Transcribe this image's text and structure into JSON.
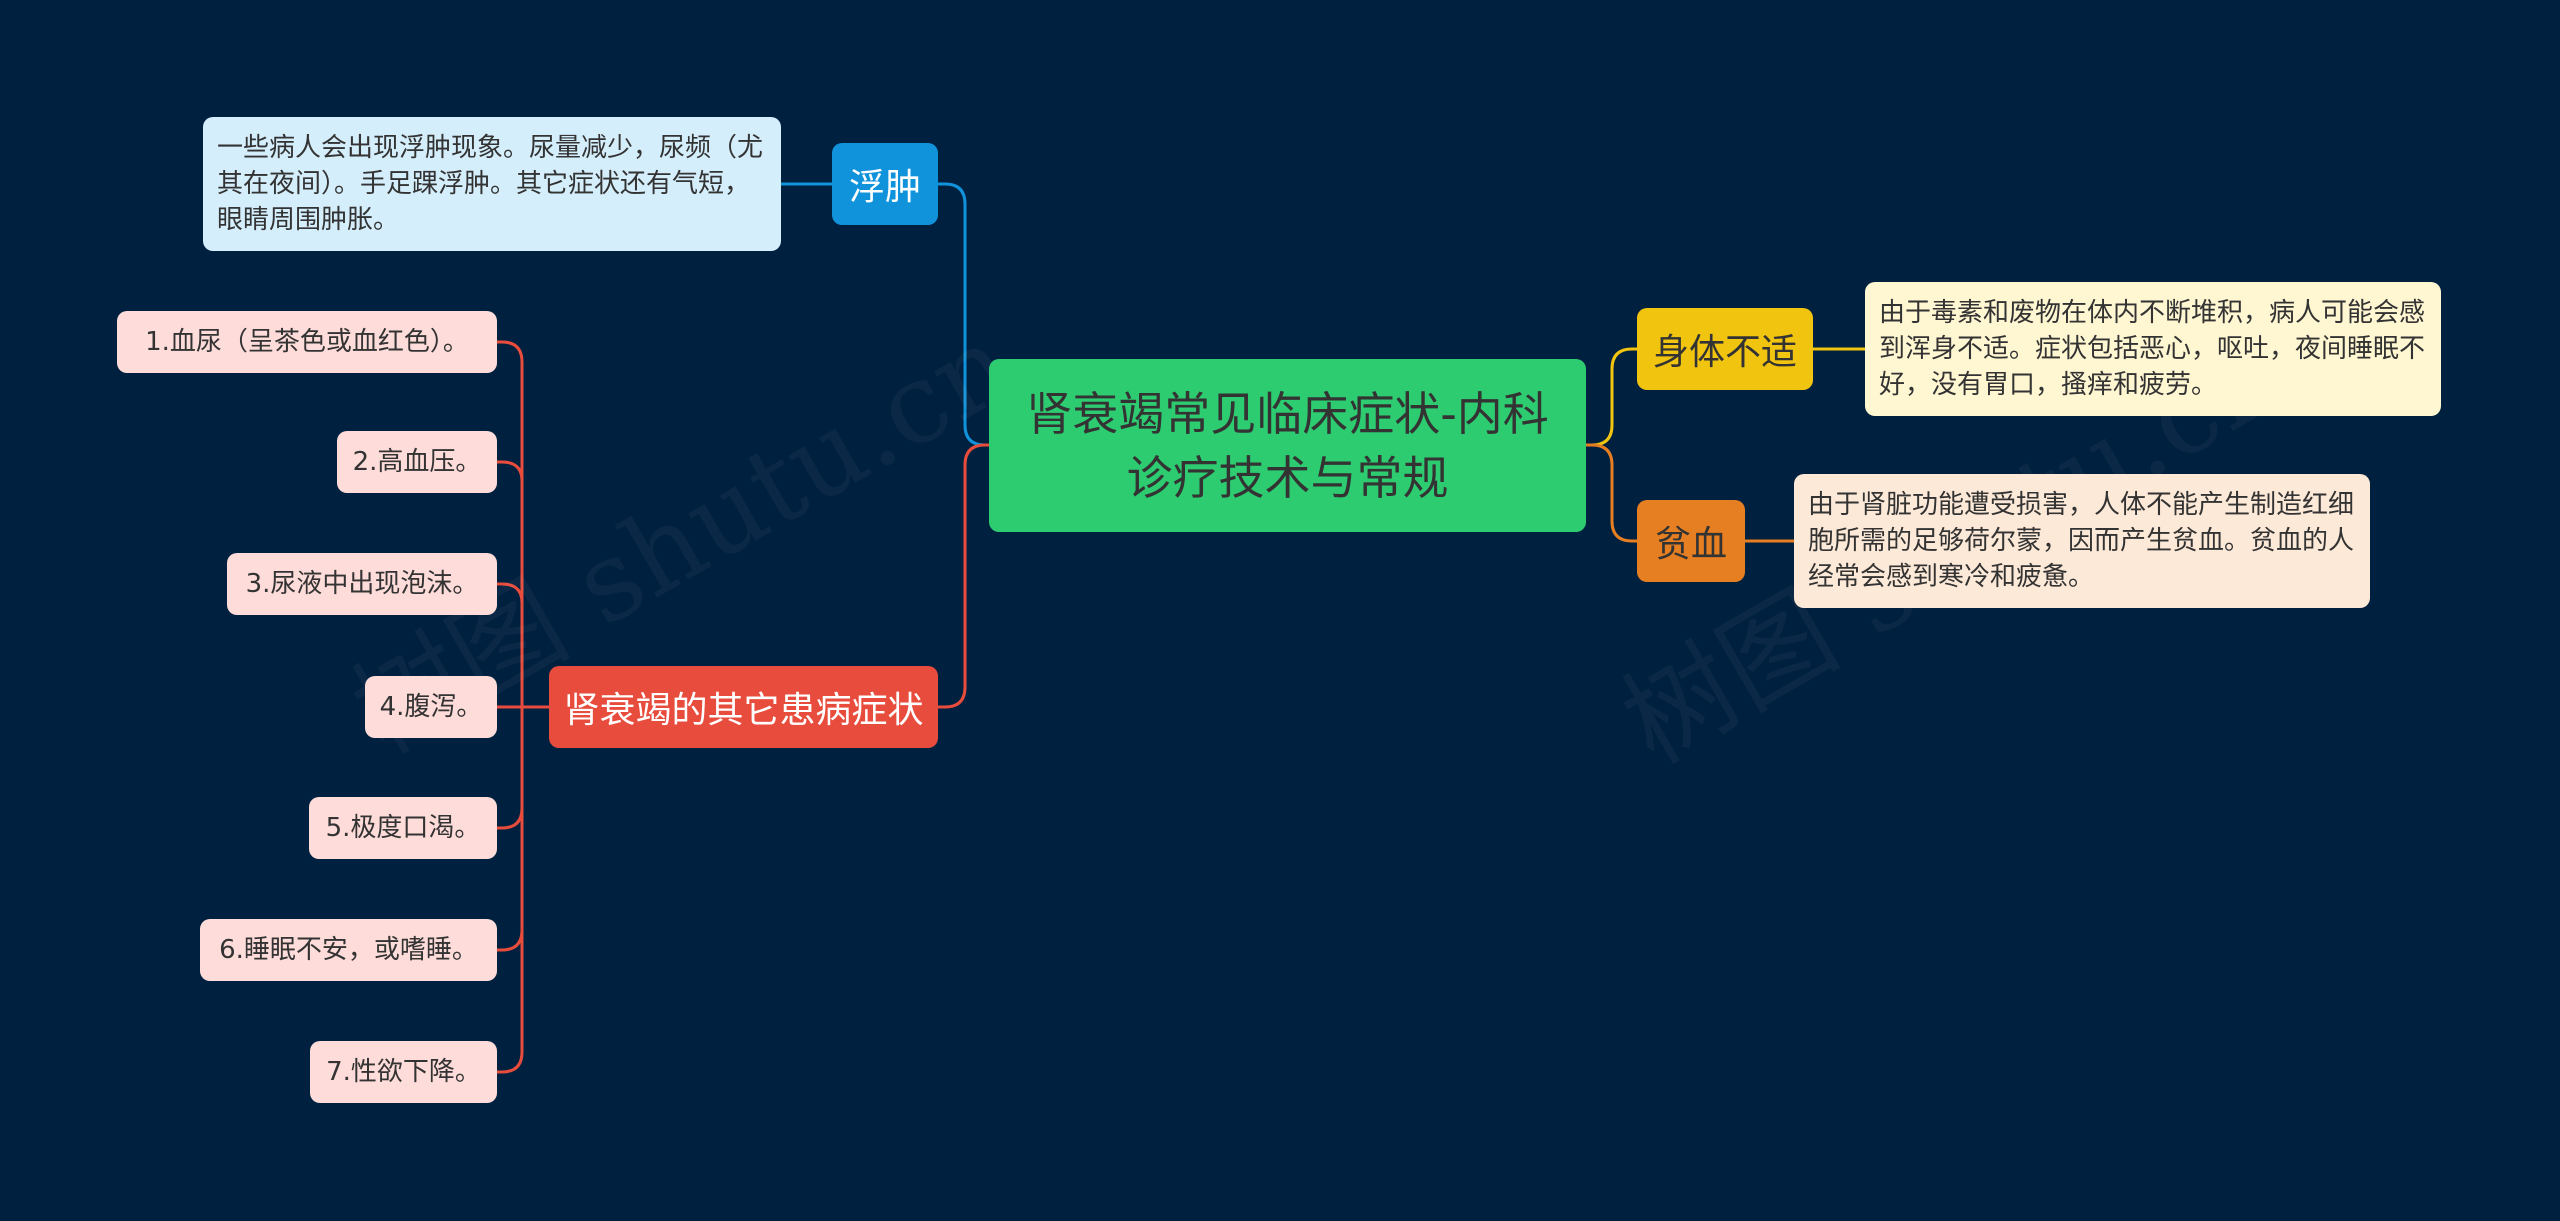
{
  "root": {
    "label": "肾衰竭常见临床症状-内科诊疗技术与常规"
  },
  "branches": {
    "edema": {
      "label": "浮肿",
      "detail": "一些病人会出现浮肿现象。尿量减少，尿频（尤其在夜间）。手足踝浮肿。其它症状还有气短，眼睛周围肿胀。"
    },
    "other": {
      "label": "肾衰竭的其它患病症状",
      "items": [
        "1.血尿（呈茶色或血红色）。",
        "2.高血压。",
        "3.尿液中出现泡沫。",
        "4.腹泻。",
        "5.极度口渴。",
        "6.睡眠不安，或嗜睡。",
        "7.性欲下降。"
      ]
    },
    "discomfort": {
      "label": "身体不适",
      "detail": "由于毒素和废物在体内不断堆积，病人可能会感到浑身不适。症状包括恶心，呕吐，夜间睡眠不好，没有胃口，搔痒和疲劳。"
    },
    "anemia": {
      "label": "贫血",
      "detail": "由于肾脏功能遭受损害，人体不能产生制造红细胞所需的足够荷尔蒙，因而产生贫血。贫血的人经常会感到寒冷和疲惫。"
    }
  },
  "colors": {
    "background": "#00203f",
    "root": "#2ecc71",
    "edema": "#1193db",
    "other": "#e74c3c",
    "discomfort": "#f1c40f",
    "anemia": "#e67e22"
  },
  "watermark": {
    "text": "树图 shutu.cn"
  }
}
